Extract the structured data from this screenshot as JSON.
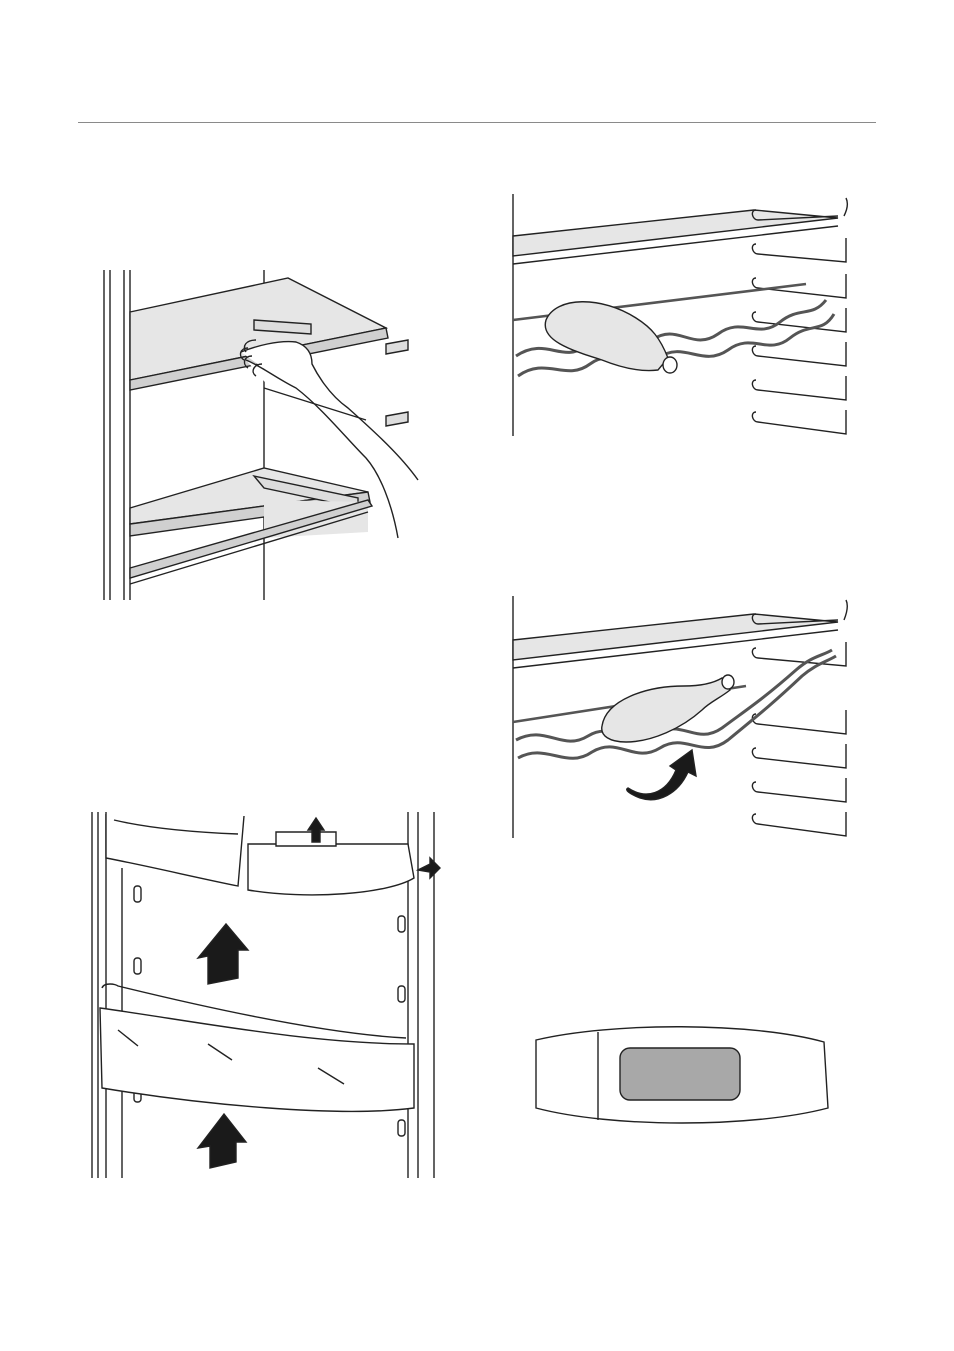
{
  "page": {
    "background": "#ffffff",
    "line_color": "#222222",
    "shelf_fill": "#e6e6e6",
    "arrow_fill": "#1a1a1a",
    "tag_window_fill": "#a8a8a8"
  },
  "figures": [
    {
      "id": "shelf-removal",
      "label_text": ""
    },
    {
      "id": "wine-rack-bottle",
      "label_text": ""
    },
    {
      "id": "door-bins",
      "label_text": ""
    },
    {
      "id": "wine-rack-tilt",
      "label_text": ""
    },
    {
      "id": "label-tag",
      "label_text": ""
    }
  ]
}
